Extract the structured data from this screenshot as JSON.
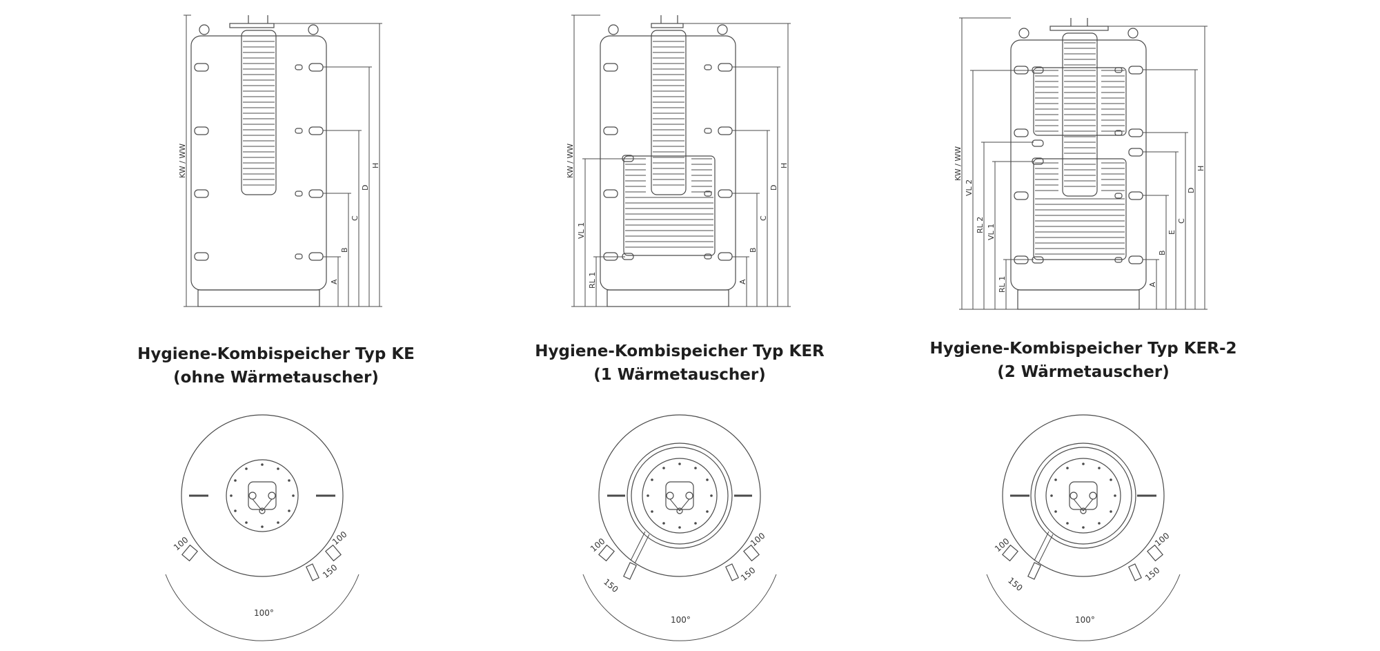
{
  "colors": {
    "line": "#4a4a4a",
    "text": "#1e1e1e",
    "background": "#ffffff"
  },
  "panels": [
    {
      "id": "ke",
      "title": "Hygiene-Kombispeicher Typ KE",
      "subtitle": "(ohne Wärmetauscher)",
      "left_labels": [
        "KW / WW"
      ],
      "right_labels": [
        "A",
        "B",
        "C",
        "D",
        "H"
      ],
      "angle_label": "100°",
      "dim_a": "100",
      "dim_b": "100",
      "dim_c": "150"
    },
    {
      "id": "ker",
      "title": "Hygiene-Kombispeicher Typ KER",
      "subtitle": "(1 Wärmetauscher)",
      "left_labels": [
        "KW / WW",
        "VL 1",
        "RL 1"
      ],
      "right_labels": [
        "A",
        "B",
        "C",
        "D",
        "H"
      ],
      "angle_label": "100°",
      "dim_a": "100",
      "dim_b": "150",
      "dim_c": "100",
      "dim_d": "150"
    },
    {
      "id": "ker2",
      "title": "Hygiene-Kombispeicher Typ KER-2",
      "subtitle": "(2 Wärmetauscher)",
      "left_labels": [
        "KW / WW",
        "VL 2",
        "RL 2",
        "VL 1",
        "RL 1"
      ],
      "right_labels": [
        "A",
        "B",
        "E",
        "C",
        "D",
        "H"
      ],
      "angle_label": "100°",
      "dim_a": "100",
      "dim_b": "150",
      "dim_c": "100",
      "dim_d": "150"
    }
  ]
}
